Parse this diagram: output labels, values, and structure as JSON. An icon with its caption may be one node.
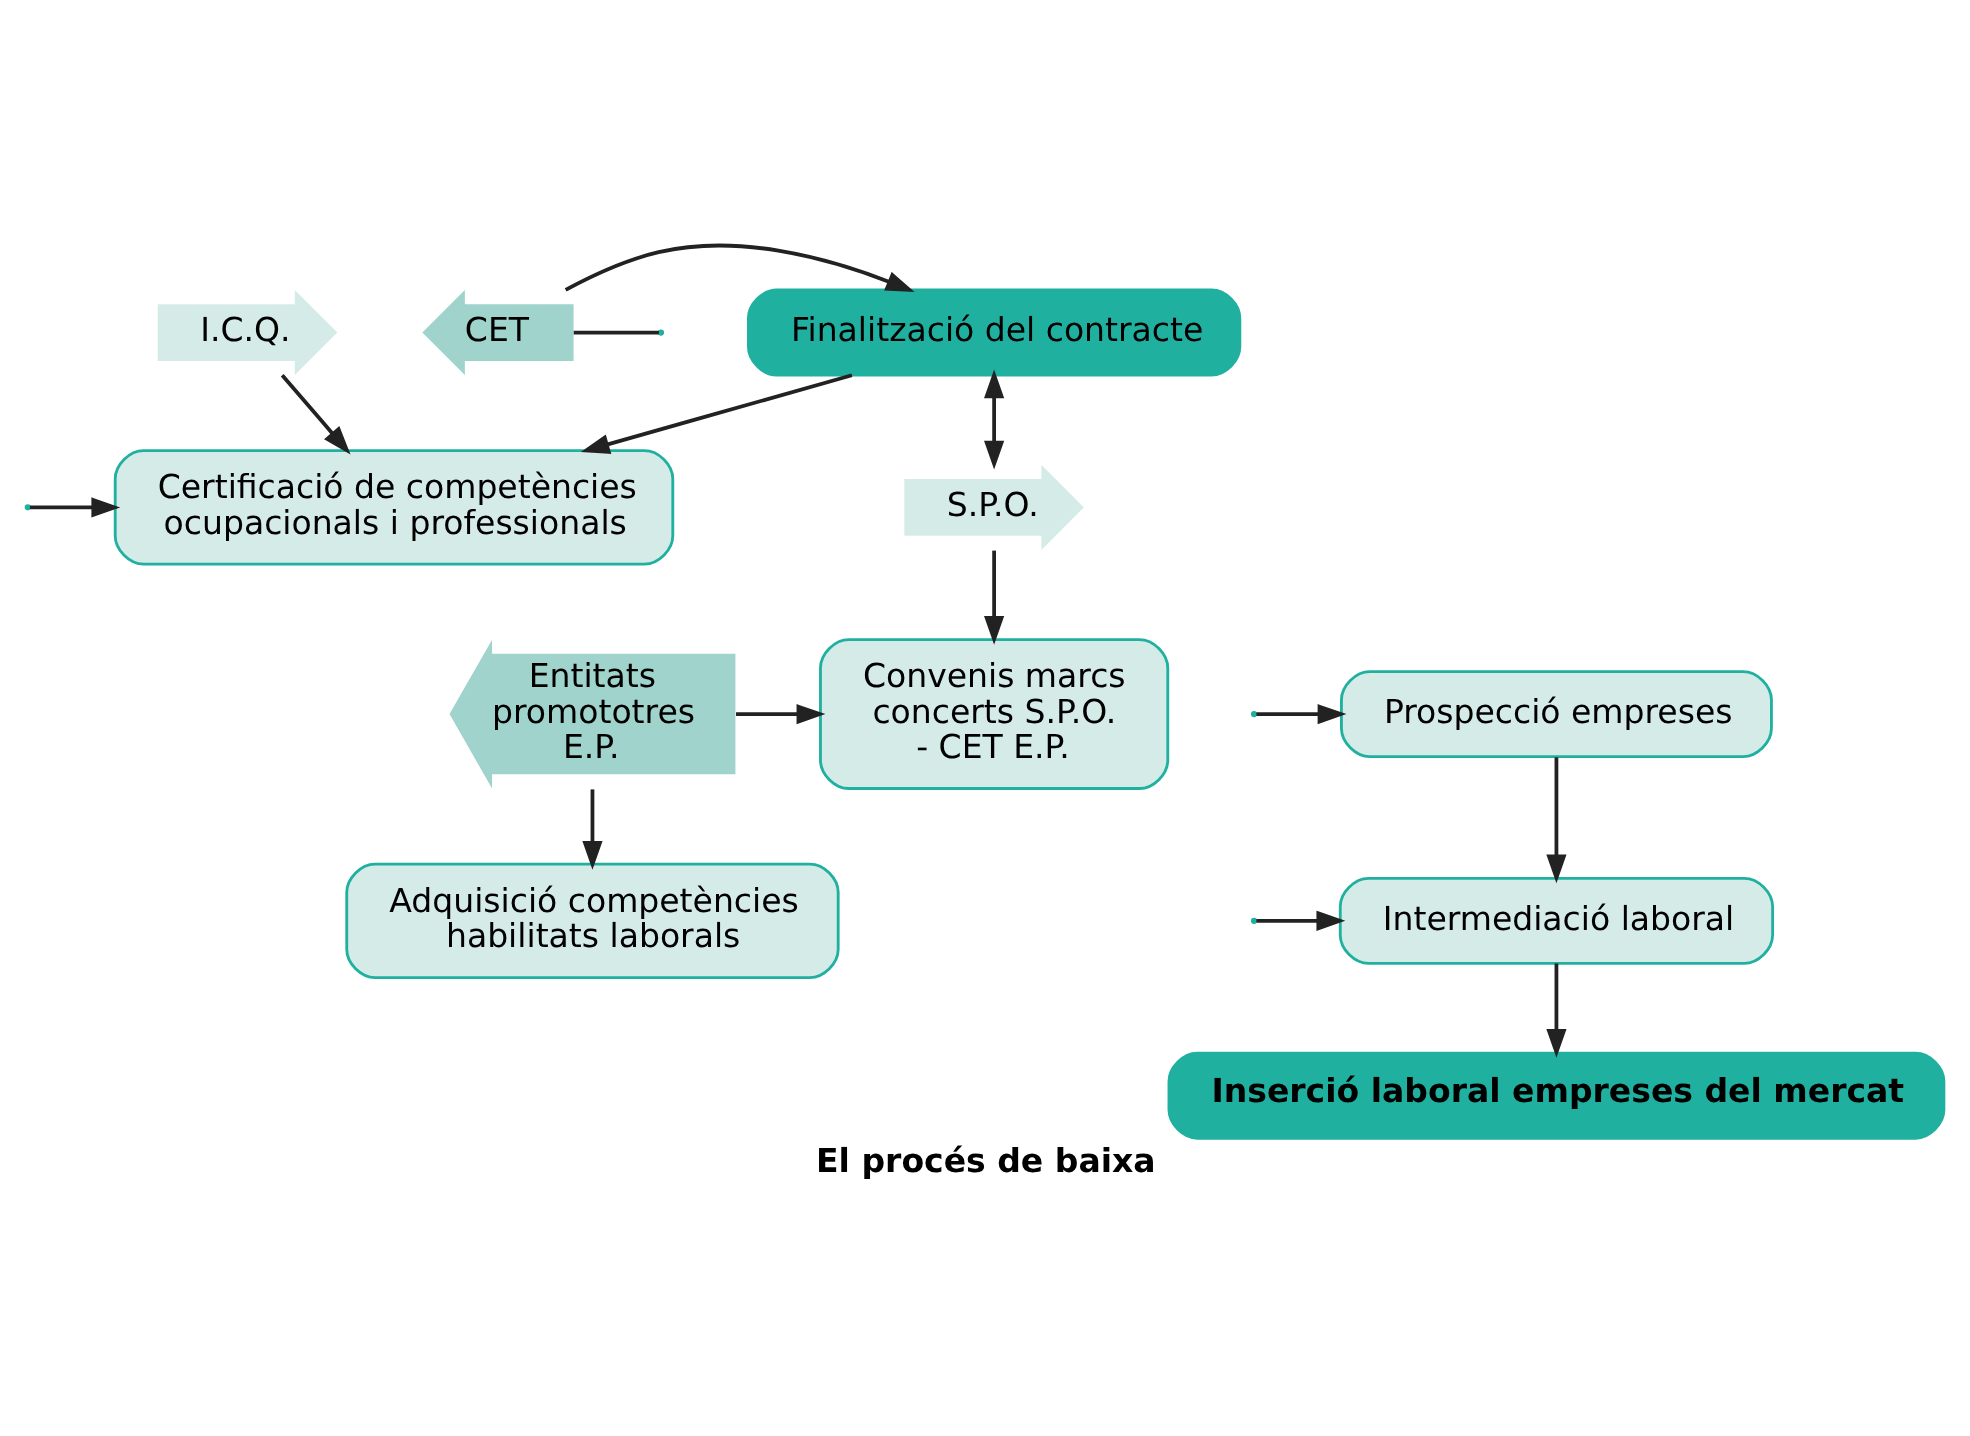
{
  "diagram": {
    "caption": "El procés de baixa",
    "nodes": [
      {
        "text": [
          "I.C.Q."
        ]
      },
      {
        "text": [
          "Finalització del contracte"
        ]
      },
      {
        "text": [
          "CET"
        ]
      },
      {
        "text": [
          "S.P.O."
        ]
      },
      {
        "text": [
          "Certificació de competències ocupacionals i professionals"
        ]
      },
      {
        "text": [
          "Adquisició competències habilitats laborals"
        ]
      },
      {
        "text": [
          "Prospecció empreses"
        ]
      },
      {
        "text": [
          "Convenis marcs concerts S.P.O. - CET E.P."
        ]
      },
      {
        "text": [
          "Entitats promototres E.P."
        ]
      },
      {
        "text": [
          "Intermediació laboral"
        ]
      },
      {
        "text": [
          "Inserció laboral empreses del mercat"
        ]
      }
    ],
    "edges": [
      {
        "from": 0,
        "to": 4,
        "arrow": "to"
      },
      {
        "from": 3,
        "to": 1,
        "arrow": "both"
      },
      {
        "from": 2,
        "to": 1,
        "arrow": "to"
      },
      {
        "from": 2,
        "to": null,
        "arrow": "none"
      },
      {
        "from": 1,
        "to": 4,
        "arrow": "to"
      },
      {
        "from": null,
        "to": 4,
        "arrow": "to"
      },
      {
        "from": 8,
        "to": 5,
        "arrow": "to"
      },
      {
        "from": null,
        "to": 6,
        "arrow": "to"
      },
      {
        "from": null,
        "to": 9,
        "arrow": "to"
      },
      {
        "from": 3,
        "to": 7,
        "arrow": "to"
      },
      {
        "from": 8,
        "to": 7,
        "arrow": "to"
      },
      {
        "from": 6,
        "to": 9,
        "arrow": "to"
      },
      {
        "from": 9,
        "to": 10,
        "arrow": "to"
      }
    ]
  }
}
